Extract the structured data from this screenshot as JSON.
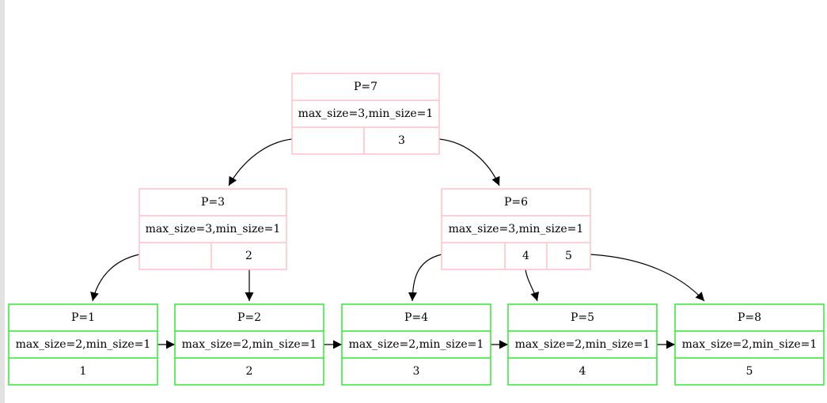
{
  "colors": {
    "internal_border": "#ffc0cb",
    "leaf_border": "#32e832",
    "edge": "#000000",
    "background": "#ffffff"
  },
  "nodes": [
    {
      "id": "p7",
      "kind": "internal",
      "title": "P=7",
      "info": "max_size=3,min_size=1",
      "keys": [
        "",
        "3"
      ]
    },
    {
      "id": "p3",
      "kind": "internal",
      "title": "P=3",
      "info": "max_size=3,min_size=1",
      "keys": [
        "",
        "2"
      ]
    },
    {
      "id": "p6",
      "kind": "internal",
      "title": "P=6",
      "info": "max_size=3,min_size=1",
      "keys": [
        "",
        "4",
        "5"
      ]
    },
    {
      "id": "p1",
      "kind": "leaf",
      "title": "P=1",
      "info": "max_size=2,min_size=1",
      "keys": [
        "1"
      ]
    },
    {
      "id": "p2",
      "kind": "leaf",
      "title": "P=2",
      "info": "max_size=2,min_size=1",
      "keys": [
        "2"
      ]
    },
    {
      "id": "p4",
      "kind": "leaf",
      "title": "P=4",
      "info": "max_size=2,min_size=1",
      "keys": [
        "3"
      ]
    },
    {
      "id": "p5",
      "kind": "leaf",
      "title": "P=5",
      "info": "max_size=2,min_size=1",
      "keys": [
        "4"
      ]
    },
    {
      "id": "p8",
      "kind": "leaf",
      "title": "P=8",
      "info": "max_size=2,min_size=1",
      "keys": [
        "5"
      ]
    }
  ],
  "edges": [
    {
      "from": "p7",
      "from_key": 0,
      "to": "p3"
    },
    {
      "from": "p7",
      "from_key": 1,
      "to": "p6"
    },
    {
      "from": "p3",
      "from_key": 0,
      "to": "p1"
    },
    {
      "from": "p3",
      "from_key": 1,
      "to": "p2"
    },
    {
      "from": "p6",
      "from_key": 0,
      "to": "p4"
    },
    {
      "from": "p6",
      "from_key": 1,
      "to": "p5"
    },
    {
      "from": "p6",
      "from_key": 2,
      "to": "p8"
    }
  ],
  "sibling_links": [
    {
      "from": "p1",
      "to": "p2"
    },
    {
      "from": "p2",
      "to": "p4"
    },
    {
      "from": "p4",
      "to": "p5"
    },
    {
      "from": "p5",
      "to": "p8"
    }
  ]
}
